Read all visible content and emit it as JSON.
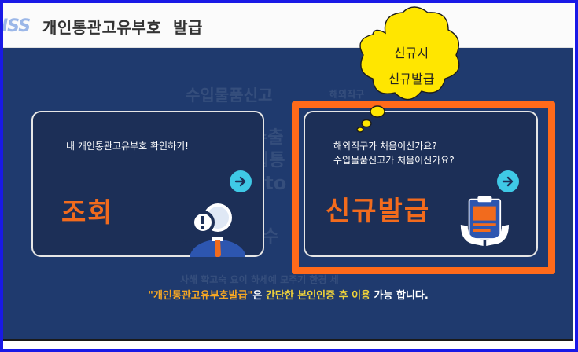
{
  "header": {
    "logo_text": "ISS",
    "title": "개인통관고유부호  발급"
  },
  "background_watermarks": [
    "수입물품신고",
    "해외직구",
    "수출",
    "입통",
    "cto",
    "수",
    "사해 확고숙 요이 하세예 모주기 한경 세"
  ],
  "bubble": {
    "line1": "신규시",
    "line2": "신규발급"
  },
  "lookup_card": {
    "description": "내 개인통관고유부호 확인하기!",
    "title": "조회",
    "arrow_icon": "arrow-right-icon",
    "illustration_icon": "magnifier-person-icon"
  },
  "issue_card": {
    "description_line1": "해외직구가 처음이신가요?",
    "description_line2": "수입물품신고가 처음이신가요?",
    "title": "신규발급",
    "arrow_icon": "arrow-right-icon",
    "illustration_icon": "document-hands-icon"
  },
  "bottom_note": {
    "part1": "\"개인통관고유부호발급\"",
    "part2": "은 ",
    "part3": "간단한 ",
    "part4": "본인인증 후 이용",
    "part5": " 가능 합니다."
  },
  "colors": {
    "frame_border": "#1919e6",
    "main_bg": "#1f3a6e",
    "accent_orange": "#f26b1d",
    "highlight_box": "#ff6a1a",
    "bubble_fill": "#ffe600",
    "arrow_cyan": "#3fc9e6"
  }
}
